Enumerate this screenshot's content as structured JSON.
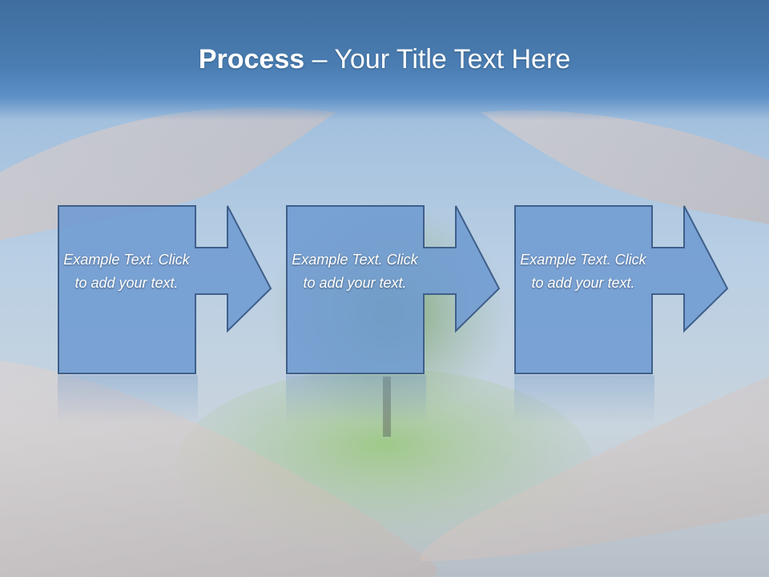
{
  "title": {
    "bold": "Process",
    "rest": " – Your Title Text Here"
  },
  "steps": [
    {
      "text": "Example Text. Click to add your text."
    },
    {
      "text": "Example Text. Click to add your text."
    },
    {
      "text": "Example Text. Click to add your text."
    }
  ],
  "colors": {
    "title_band": "#4a7db2",
    "step_fill": "#6f9bd1",
    "step_border": "#3f5f8a",
    "text": "#ffffff"
  }
}
